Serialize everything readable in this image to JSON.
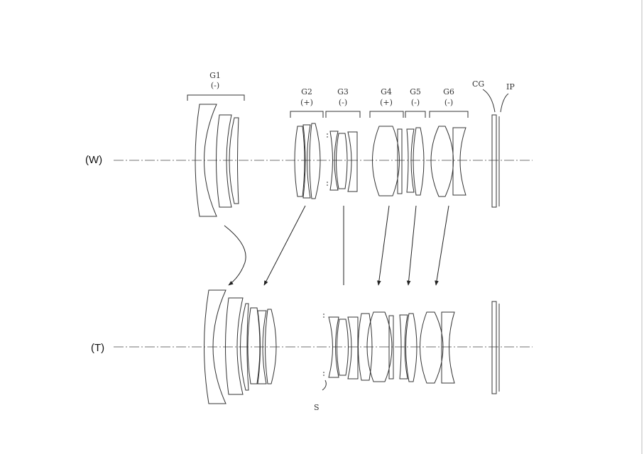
{
  "positions": {
    "wide": "(W)",
    "tele": "(T)"
  },
  "groups": [
    {
      "name": "G1",
      "power": "(-)"
    },
    {
      "name": "G2",
      "power": "(+)"
    },
    {
      "name": "G3",
      "power": "(-)"
    },
    {
      "name": "G4",
      "power": "(+)"
    },
    {
      "name": "G5",
      "power": "(-)"
    },
    {
      "name": "G6",
      "power": "(-)"
    }
  ],
  "labels": {
    "cover_glass": "CG",
    "image_plane": "IP",
    "stop": "S"
  },
  "colors": {
    "line": "#333333",
    "background": "#ffffff"
  }
}
